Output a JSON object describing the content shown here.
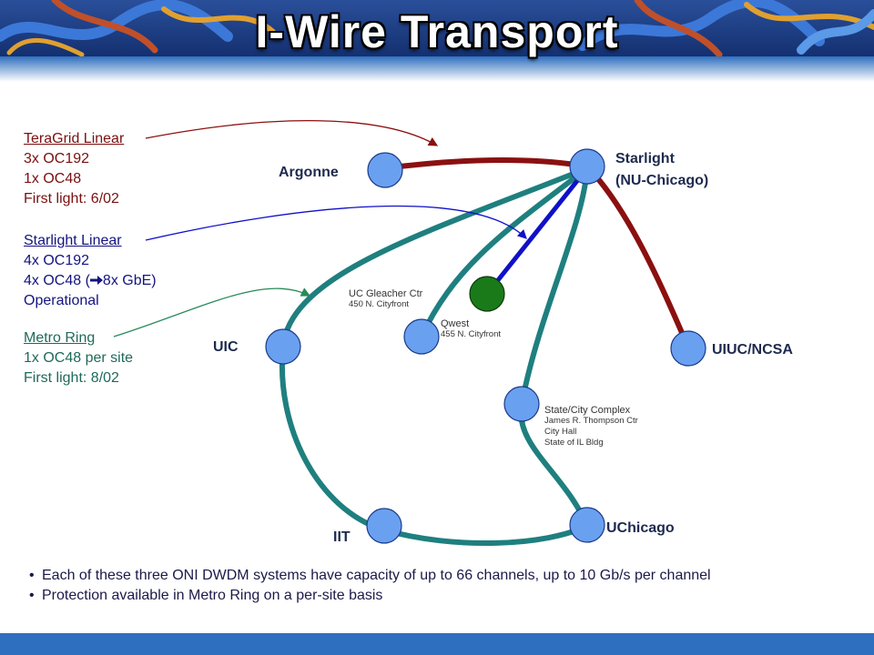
{
  "title": "I-Wire Transport",
  "colors": {
    "teragrid": "#8b1010",
    "starlight": "#1010c8",
    "metro": "#1f7f7f",
    "node_fill": "#6aa0f0",
    "qwest_fill": "#1a7a1a"
  },
  "legend": {
    "teragrid": {
      "heading": "TeraGrid Linear",
      "lines": [
        "3x OC192",
        "1x OC48",
        "First light: 6/02"
      ]
    },
    "starlight": {
      "heading": "Starlight Linear",
      "lines": [
        "4x OC192",
        "8x GbE)",
        "Operational"
      ],
      "oc48_prefix": "4x OC48 (",
      "arrow_icon": "right-arrow-icon"
    },
    "metro": {
      "heading": "Metro Ring",
      "lines": [
        "1x OC48 per site",
        "First light: 8/02"
      ]
    }
  },
  "sites": {
    "argonne": "Argonne",
    "starlight": [
      "Starlight",
      "(NU-Chicago)"
    ],
    "uic": "UIC",
    "uiuc": "UIUC/NCSA",
    "iit": "IIT",
    "uchicago": "UChicago",
    "gleacher": [
      "UC Gleacher Ctr",
      "450 N. Cityfront"
    ],
    "qwest": [
      "Qwest",
      "455 N. Cityfront"
    ],
    "statecity": [
      "State/City Complex",
      "James R. Thompson Ctr",
      "City Hall",
      "State of IL Bldg"
    ]
  },
  "bullets": [
    "Each of these three ONI DWDM systems have capacity of up to 66 channels, up to 10 Gb/s per channel",
    "Protection available in Metro Ring on a per-site basis"
  ]
}
